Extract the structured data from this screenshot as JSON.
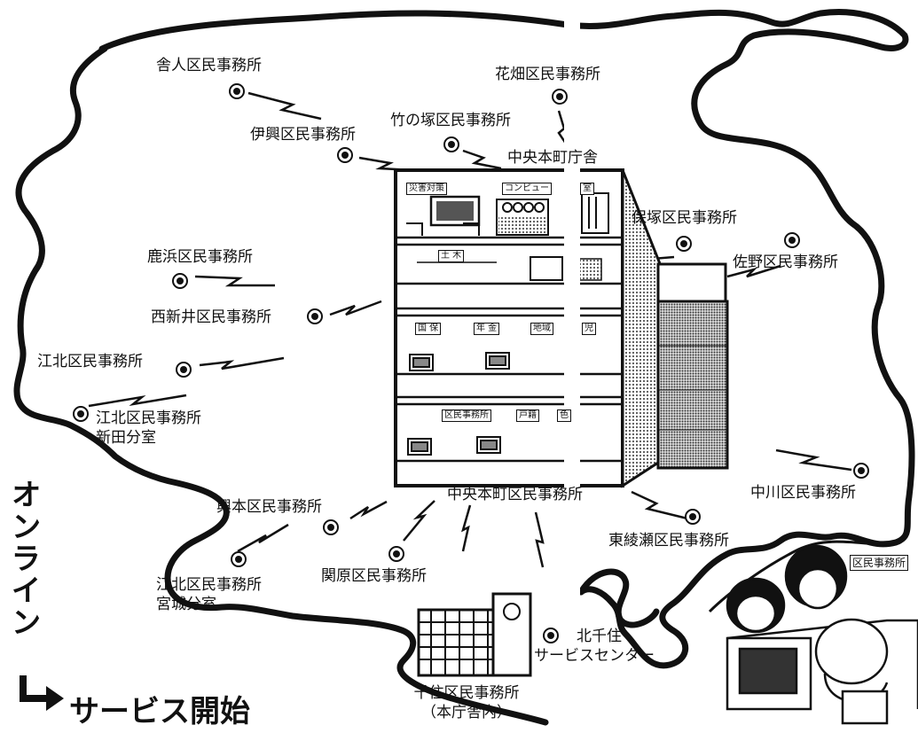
{
  "title": {
    "vertical": "オンライン",
    "horizontal": "サービス開始"
  },
  "hq": {
    "label": "中央本町庁舎",
    "floor_signs": [
      "災害対策",
      "コンピュー",
      "室",
      "土 木",
      "国 保",
      "年 金",
      "地域",
      "児",
      "区民事務所",
      "戸籍",
      "色"
    ]
  },
  "offices": {
    "toneri": "舎人区民事務所",
    "okoo": "伊興区民事務所",
    "takenotsuka": "竹の塚区民事務所",
    "hanahata": "花畑区民事務所",
    "hokizuka": "保塚区民事務所",
    "sano": "佐野区民事務所",
    "shikahama": "鹿浜区民事務所",
    "nishiarai": "西新井区民事務所",
    "kohoku": "江北区民事務所",
    "kohoku_nitta_1": "江北区民事務所",
    "kohoku_nitta_2": "新田分室",
    "okimoto": "興本区民事務所",
    "chuohoncho": "中央本町区民事務所",
    "kohoku_miyagi_1": "江北区民事務所",
    "kohoku_miyagi_2": "宮城分室",
    "sekibara": "関原区民事務所",
    "higashiayase": "東綾瀬区民事務所",
    "nakagawa": "中川区民事務所",
    "senju_1": "千住区民事務所",
    "senju_2": "（本庁舎内）",
    "kitasenju_1": "北千住",
    "kitasenju_2": "サービスセンター",
    "counter_sign": "区民事務所"
  },
  "icons": {
    "office_marker": "bullseye-icon",
    "arrow": "hooked-arrow-icon",
    "signal": "lightning-signal-icon"
  },
  "colors": {
    "ink": "#111111",
    "paper": "#ffffff",
    "shade": "#9a9a9a"
  }
}
